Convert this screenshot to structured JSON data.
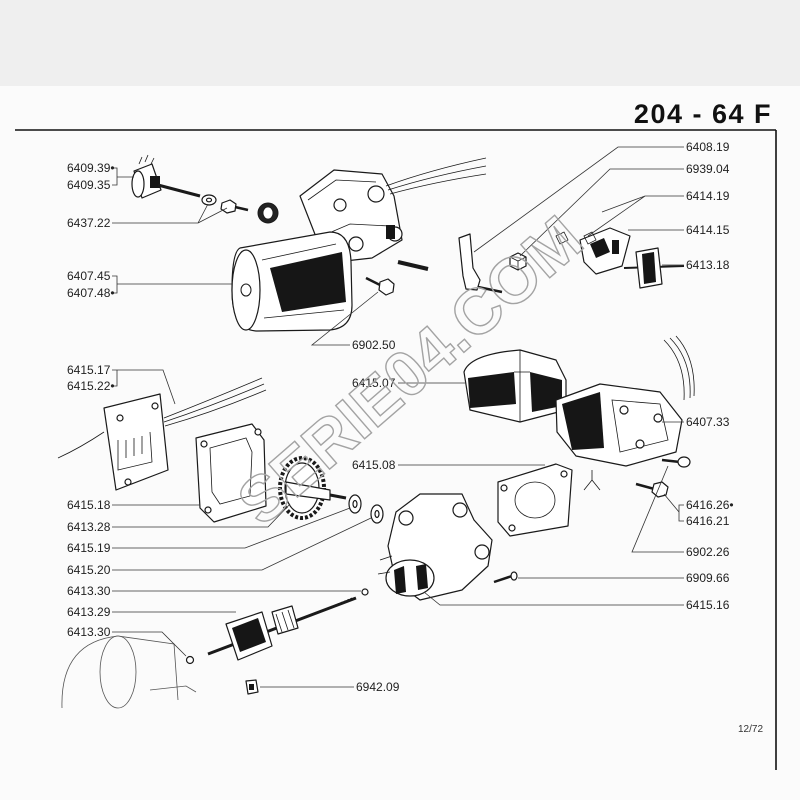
{
  "header": {
    "title": "204 - 64 F"
  },
  "footer": {
    "page_ref": "12/72"
  },
  "watermark": {
    "text": "SERIE04.COM"
  },
  "colors": {
    "ink": "#1a1a1a",
    "paper": "#fbfbfb",
    "top_band": "#efefef",
    "watermark": "#a3a3a3"
  },
  "part_numbers": [
    "6409.39•",
    "6409.35",
    "6437.22",
    "6407.45",
    "6407.48•",
    "6902.50",
    "6408.19",
    "6939.04",
    "6414.19",
    "6414.15",
    "6413.18",
    "6415.17",
    "6415.22•",
    "6415.07",
    "6407.33",
    "6415.08",
    "6416.26•",
    "6416.21",
    "6902.26",
    "6415.18",
    "6413.28",
    "6415.19",
    "6415.20",
    "6909.66",
    "6413.30",
    "6415.16",
    "6413.29",
    "6413.30",
    "6942.09"
  ]
}
